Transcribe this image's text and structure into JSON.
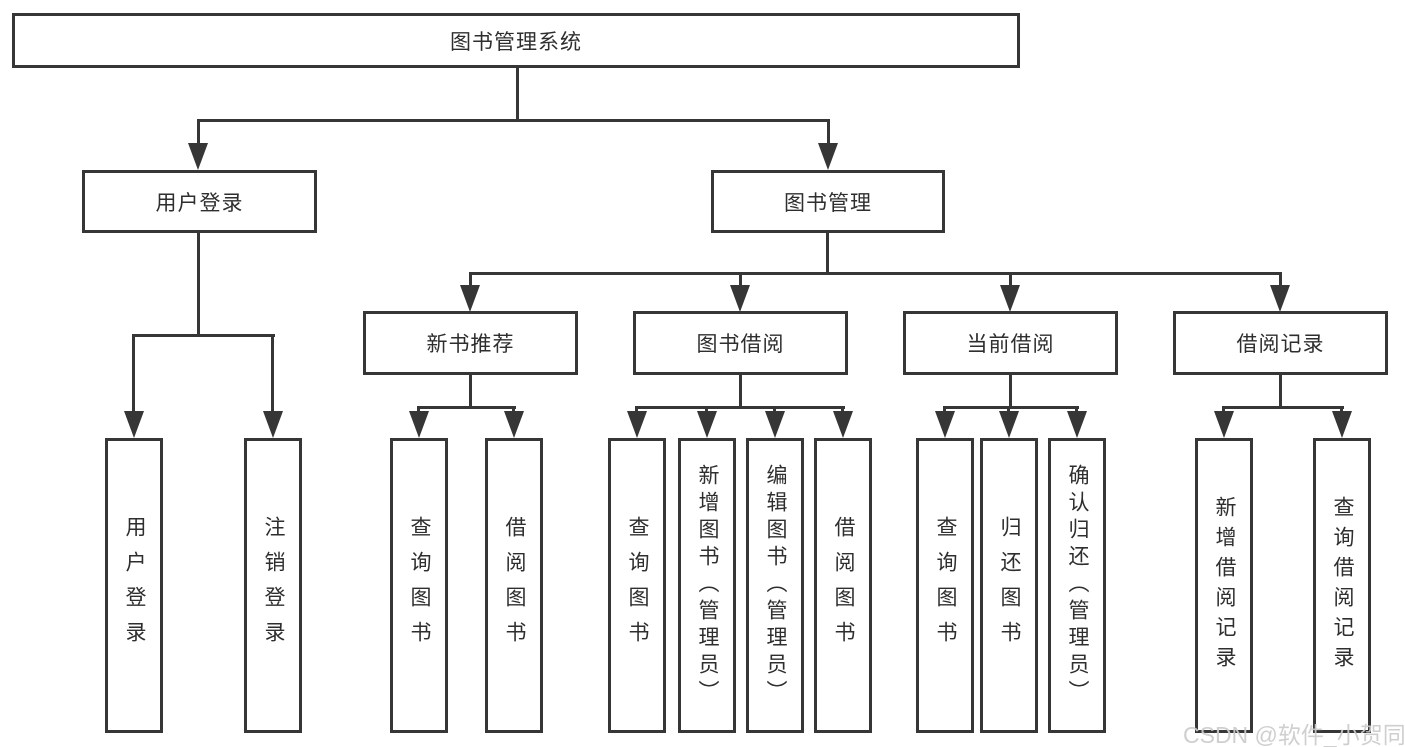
{
  "tree": {
    "root": {
      "label": "图书管理系统",
      "children": [
        {
          "label": "用户登录",
          "children": [
            {
              "label": "用户登录"
            },
            {
              "label": "注销登录"
            }
          ]
        },
        {
          "label": "图书管理",
          "children": [
            {
              "label": "新书推荐",
              "children": [
                {
                  "label": "查询图书"
                },
                {
                  "label": "借阅图书"
                }
              ]
            },
            {
              "label": "图书借阅",
              "children": [
                {
                  "label": "查询图书"
                },
                {
                  "label": "新增图书（管理员）"
                },
                {
                  "label": "编辑图书（管理员）"
                },
                {
                  "label": "借阅图书"
                }
              ]
            },
            {
              "label": "当前借阅",
              "children": [
                {
                  "label": "查询图书"
                },
                {
                  "label": "归还图书"
                },
                {
                  "label": "确认归还（管理员）"
                }
              ]
            },
            {
              "label": "借阅记录",
              "children": [
                {
                  "label": "新增借阅记录"
                },
                {
                  "label": "查询借阅记录"
                }
              ]
            }
          ]
        }
      ]
    }
  },
  "watermark": {
    "text": "CSDN @软件_小贺同学"
  },
  "colors": {
    "line": "#363636",
    "text": "#2e2e2e",
    "background": "#ffffff",
    "watermark": "#cccccc"
  }
}
